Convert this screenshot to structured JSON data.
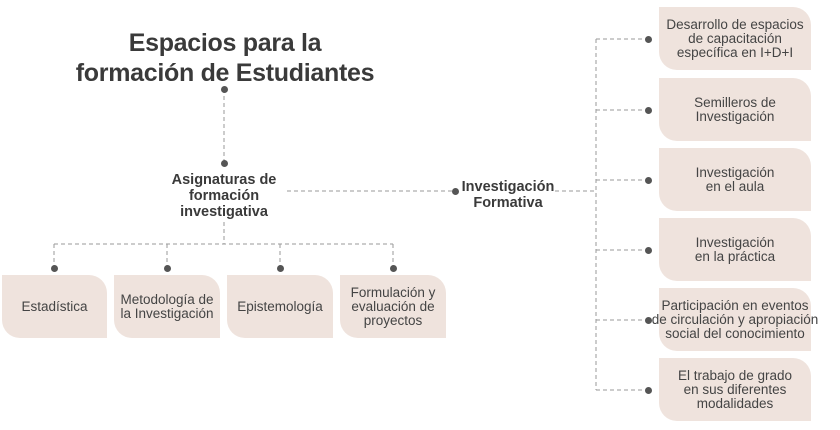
{
  "title": [
    "Espacios para la",
    "formación de Estudiantes"
  ],
  "asignaturas": [
    "Asignaturas de",
    "formación",
    "investigativa"
  ],
  "investigacion_formativa": [
    "Investigación",
    "Formativa"
  ],
  "bottom_boxes": [
    [
      "Estadística"
    ],
    [
      "Metodología de",
      "la Investigación"
    ],
    [
      "Epistemología"
    ],
    [
      "Formulación y",
      "evaluación de",
      "proyectos"
    ]
  ],
  "right_boxes": [
    [
      "Desarrollo de espacios",
      "de capacitación",
      "específica en I+D+I"
    ],
    [
      "Semilleros de",
      "Investigación"
    ],
    [
      "Investigación",
      "en el aula"
    ],
    [
      "Investigación",
      "en la práctica"
    ],
    [
      "Participación en eventos",
      "de circulación  y apropiación",
      "social del conocimiento"
    ],
    [
      "El trabajo de grado",
      "en sus diferentes",
      "modalidades"
    ]
  ],
  "colors": {
    "box_fill": "#efe3dd",
    "line": "#9a9a9a",
    "dot": "#555555",
    "text": "#3d3d3d"
  }
}
